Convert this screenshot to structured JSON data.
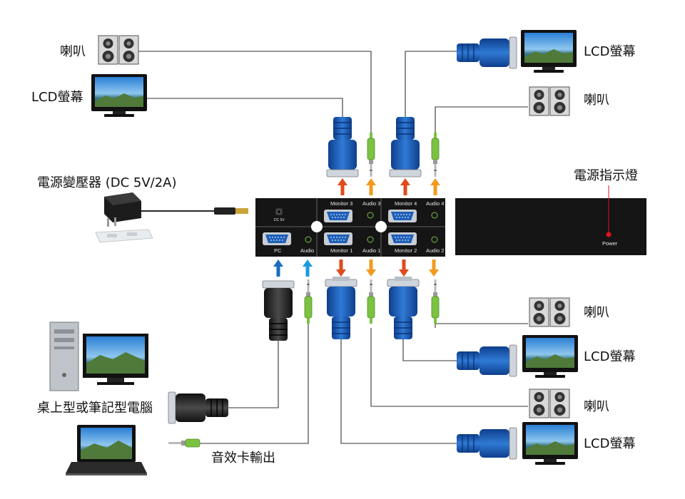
{
  "labels": {
    "speaker": "喇叭",
    "lcd": "LCD螢幕",
    "power_adapter": "電源變壓器 (DC 5V/2A)",
    "power_indicator": "電源指示燈",
    "computer": "桌上型或筆記型電腦",
    "sound_card": "音效卡輸出"
  },
  "device": {
    "ports_top": [
      "Monitor 3",
      "Audio 3",
      "Monitor 4",
      "Audio 4"
    ],
    "ports_bottom": [
      "PC",
      "Audio",
      "Monitor 1",
      "Audio 1",
      "Monitor 2",
      "Audio 2"
    ],
    "power_label": "Power"
  },
  "colors": {
    "vga_blue": "#1e5fb8",
    "vga_black": "#1a1a1a",
    "arrow_red": "#e04a1c",
    "arrow_orange": "#f39a1e",
    "arrow_blue": "#1b6cc0",
    "audio_green": "#7cc242",
    "device_body": "#151515",
    "power_led": "#e0141e"
  },
  "icons": [
    "speaker-icon",
    "lcd-monitor-icon",
    "power-adapter-icon",
    "desktop-pc-icon",
    "laptop-icon",
    "vga-connector-icon",
    "audio-jack-icon",
    "arrow-icon"
  ]
}
